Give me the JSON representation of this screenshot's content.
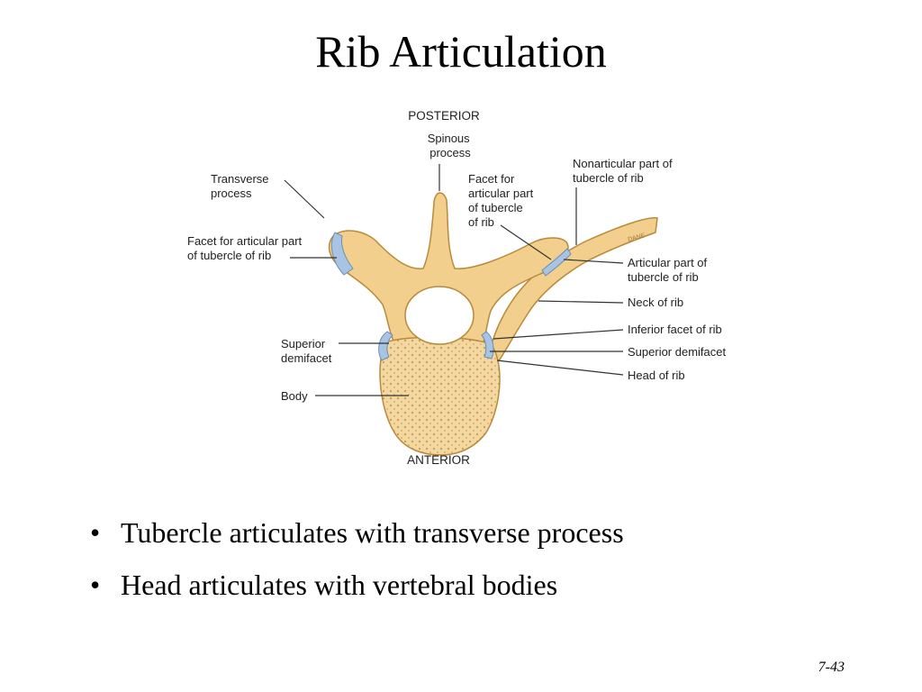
{
  "title": "Rib Articulation",
  "diagram": {
    "orientation_top": "POSTERIOR",
    "orientation_bottom": "ANTERIOR",
    "signature": "DANE",
    "labels": {
      "spinous_process": [
        "Spinous",
        "process"
      ],
      "transverse_process": [
        "Transverse",
        "process"
      ],
      "facet_articular_left": [
        "Facet for articular part",
        "of tubercle of rib"
      ],
      "facet_articular_center": [
        "Facet for",
        "articular part",
        "of tubercle",
        "of rib"
      ],
      "nonarticular_part": [
        "Nonarticular part of",
        "tubercle of rib"
      ],
      "articular_part": [
        "Articular part of",
        "tubercle of rib"
      ],
      "neck_of_rib": "Neck of rib",
      "inferior_facet": "Inferior facet of rib",
      "superior_demifacet_right": "Superior demifacet",
      "head_of_rib": "Head of rib",
      "superior_demifacet_left": [
        "Superior",
        "demifacet"
      ],
      "body": "Body"
    }
  },
  "bullets": [
    "Tubercle articulates with transverse process",
    "Head articulates with vertebral bodies"
  ],
  "page_number": "7-43",
  "colors": {
    "bone": "#f2cf8c",
    "bone_edge": "#b98a3a",
    "cartilage": "#a9c4e3"
  }
}
